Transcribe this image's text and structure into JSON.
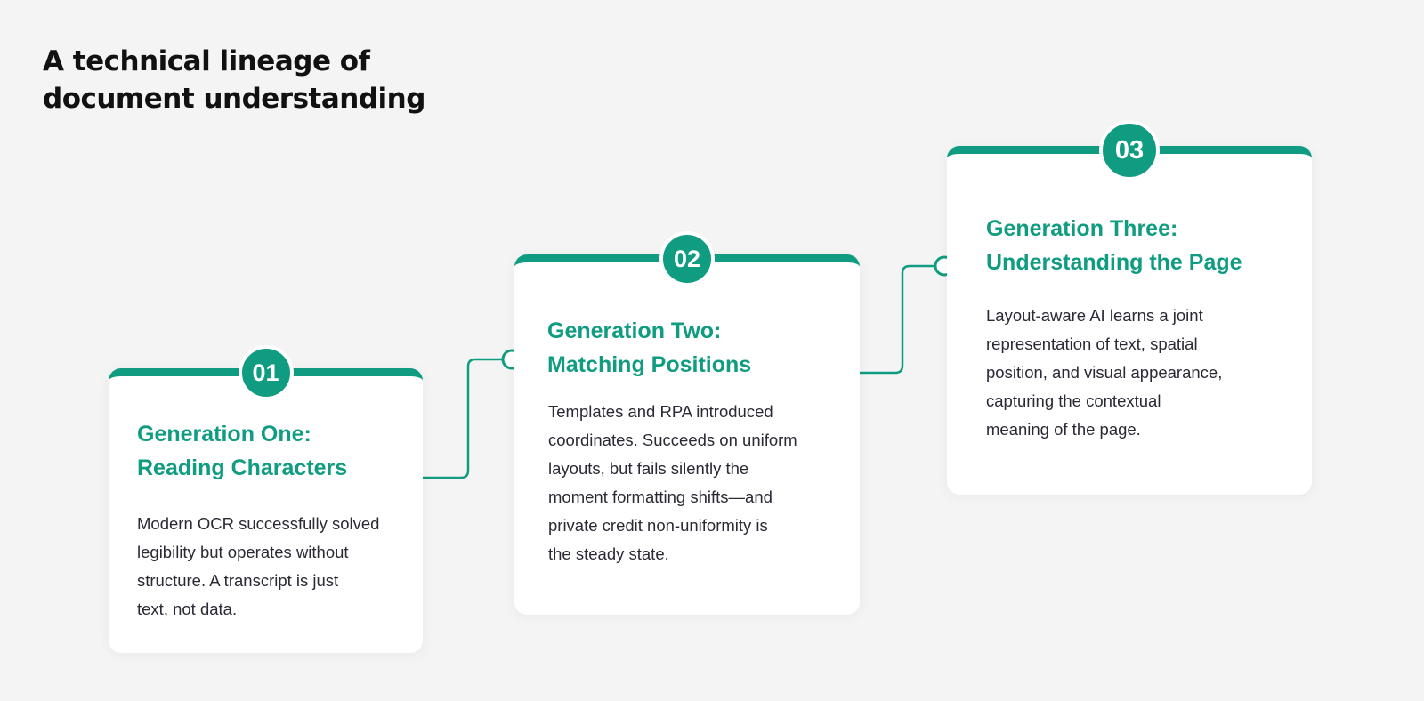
{
  "title": {
    "line1": "A technical lineage of",
    "line2": "document understanding"
  },
  "accent_color": "#109c81",
  "generations": [
    {
      "number": "01",
      "heading_line1": "Generation One:",
      "heading_line2": "Reading Characters",
      "body_lines": [
        "Modern OCR successfully solved",
        "legibility but operates without",
        "structure. A transcript is just",
        "text, not data."
      ]
    },
    {
      "number": "02",
      "heading_line1": "Generation Two:",
      "heading_line2": "Matching Positions",
      "body_lines": [
        "Templates and RPA introduced",
        "coordinates. Succeeds on uniform",
        "layouts, but fails silently the",
        "moment formatting shifts—and",
        "private credit non-uniformity is",
        "the steady state."
      ]
    },
    {
      "number": "03",
      "heading_line1": "Generation Three:",
      "heading_line2": "Understanding the Page",
      "body_lines": [
        "Layout-aware AI learns a joint",
        "representation of text, spatial",
        "position, and visual appearance,",
        "capturing the contextual",
        "meaning of the page."
      ]
    }
  ]
}
